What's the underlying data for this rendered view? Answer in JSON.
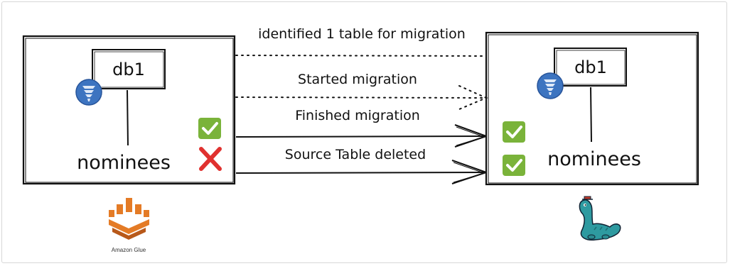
{
  "source": {
    "db_label": "db1",
    "table_label": "nominees",
    "logo_caption": "Amazon Glue"
  },
  "target": {
    "db_label": "db1",
    "table_label": "nominees"
  },
  "messages": {
    "identified": "identified 1 table for migration",
    "started": "Started migration",
    "finished": "Finished migration",
    "deleted": "Source Table deleted"
  },
  "status_icons": {
    "source_check": "check-mark-icon",
    "source_cross": "cross-mark-icon",
    "target_check_1": "check-mark-icon",
    "target_check_2": "check-mark-icon"
  },
  "colors": {
    "check_green": "#7ab33a",
    "cross_red": "#e0312f",
    "glue_orange": "#e47b26",
    "db_blue": "#3d74c0",
    "dino_teal": "#2e9aa0"
  }
}
